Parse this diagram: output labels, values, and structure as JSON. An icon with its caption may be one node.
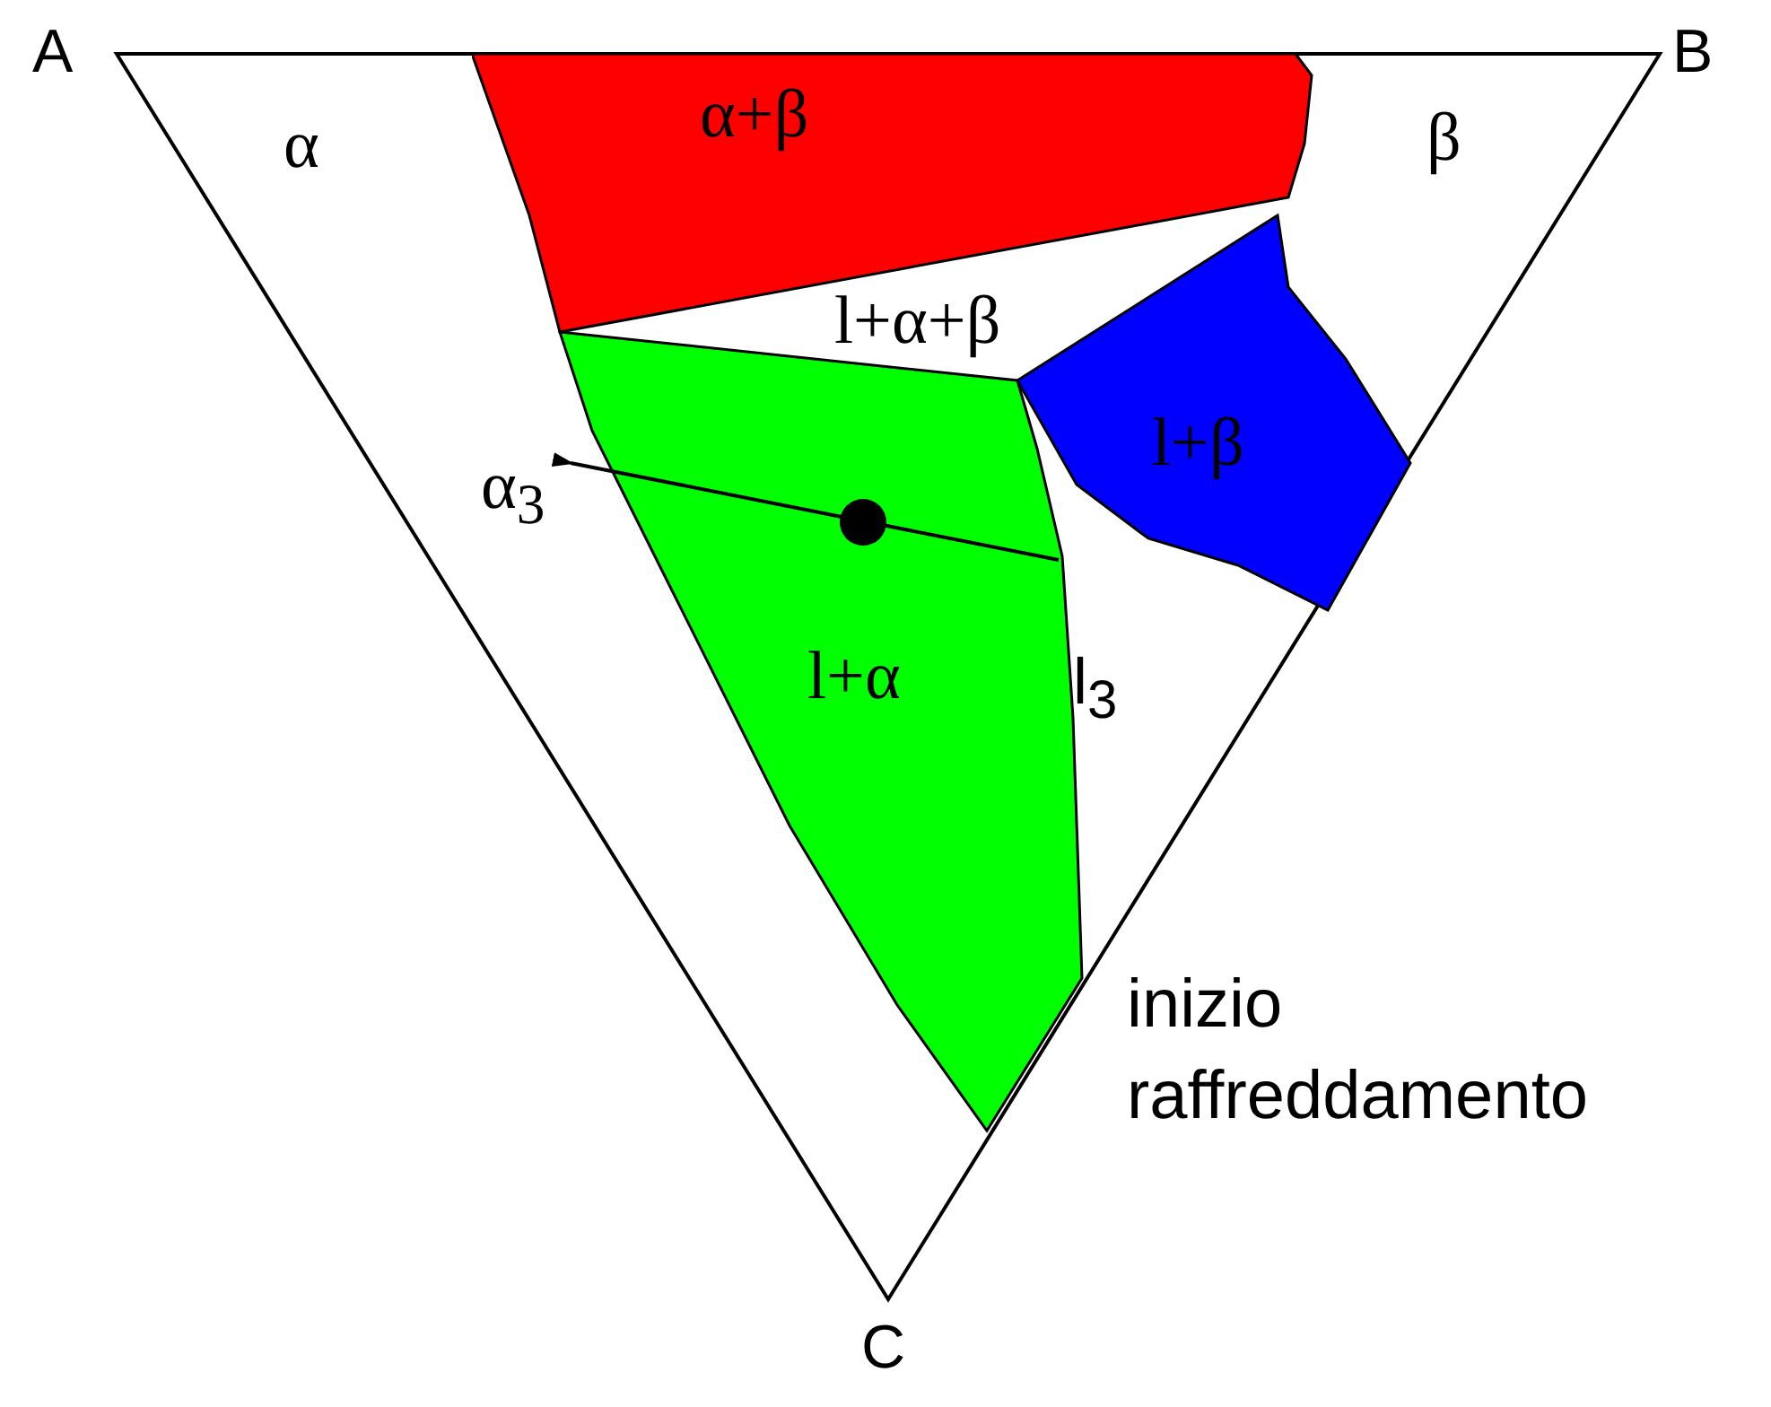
{
  "diagram": {
    "nodes": [
      {
        "text": [
          "α+β"
        ]
      },
      {
        "text": [
          "l+β"
        ]
      },
      {
        "text": [
          "l+α"
        ]
      }
    ],
    "labels": [
      "A",
      "B",
      "C",
      "α",
      "β",
      "l+α+β",
      "α$_{3}$",
      "l$_{3}$",
      "inizio raffreddamento"
    ]
  }
}
